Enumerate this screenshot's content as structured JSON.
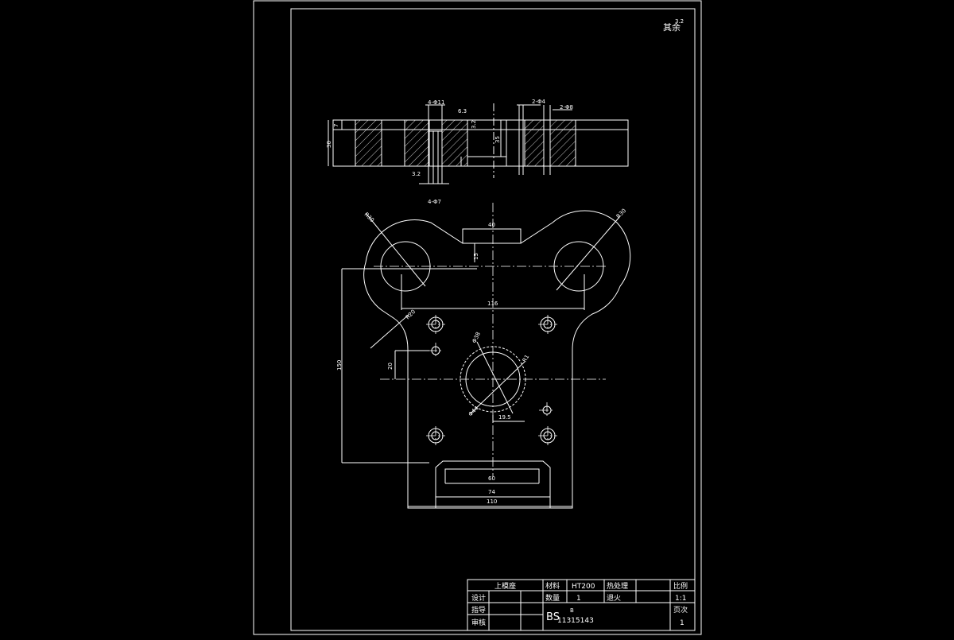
{
  "corner_note": {
    "text": "其余",
    "superscript": "3.2"
  },
  "section_view": {
    "callouts": {
      "top_left_holes": "4-Φ11",
      "top_right_a": "2-Φ4",
      "top_right_b": "2-Φ8",
      "bottom_holes": "4-Φ7",
      "roughness_top": "6.3",
      "roughness_mid": "3.2",
      "roughness_bottom": "3.2"
    },
    "dims": {
      "depth": "7",
      "thickness": "30",
      "bore": "35"
    }
  },
  "plan_view": {
    "dims": {
      "r_left": "R30",
      "r_right": "R30",
      "slot_width": "40",
      "slot_depth": "15",
      "hole_spacing": "116",
      "fillet": "R20",
      "height_total": "150",
      "offset_left": "20",
      "center_bore": "Φ38",
      "small_r": "R1",
      "center_small": "Φ44",
      "center_offset": "19.5",
      "bottom_slot": "60",
      "bottom_inner": "74",
      "bottom_total": "110"
    }
  },
  "title_block": {
    "part_name": "上模座",
    "material_label": "材料",
    "material_value": "HT200",
    "heat_label": "热处理",
    "scale_label": "比例",
    "scale_value": "1:1",
    "design_label": "设计",
    "qty_label": "数量",
    "qty_value": "1",
    "annealing": "退火",
    "guide_label": "指导",
    "review_label": "审核",
    "code_prefix": "BS",
    "code_sup": "B",
    "code_number": "11315143",
    "page_label": "页次",
    "page_value": "1"
  }
}
